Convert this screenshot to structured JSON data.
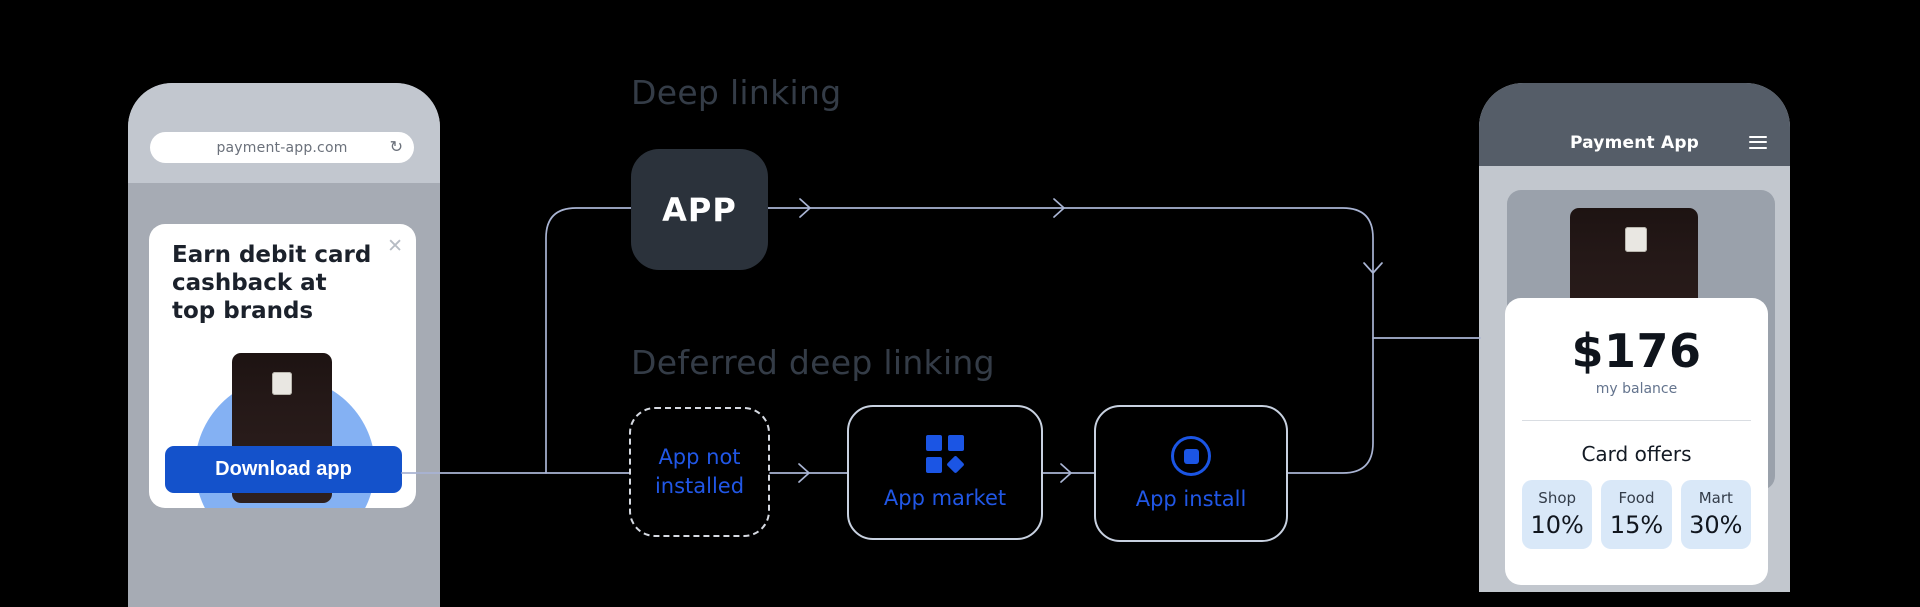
{
  "background": "#000000",
  "left_phone": {
    "url": "payment-app.com",
    "refresh_icon": "↻",
    "close_icon": "✕",
    "promo_title_line1": "Earn debit card",
    "promo_title_line2": "cashback at",
    "promo_title_line3": "top brands",
    "download_button": "Download app"
  },
  "diagram": {
    "deep_linking_title": "Deep linking",
    "deferred_title": "Deferred deep linking",
    "app_box_label": "APP",
    "app_not_installed_line1": "App not",
    "app_not_installed_line2": "installed",
    "app_market_label": "App market",
    "app_install_label": "App install",
    "accent_blue": "#1b55e4",
    "line_color": "#a9b4d3"
  },
  "right_phone": {
    "app_title": "Payment App",
    "balance": "$176",
    "balance_label": "my balance",
    "offers_title": "Card offers",
    "offers": [
      {
        "label": "Shop",
        "value": "10%"
      },
      {
        "label": "Food",
        "value": "15%"
      },
      {
        "label": "Mart",
        "value": "30%"
      }
    ]
  }
}
